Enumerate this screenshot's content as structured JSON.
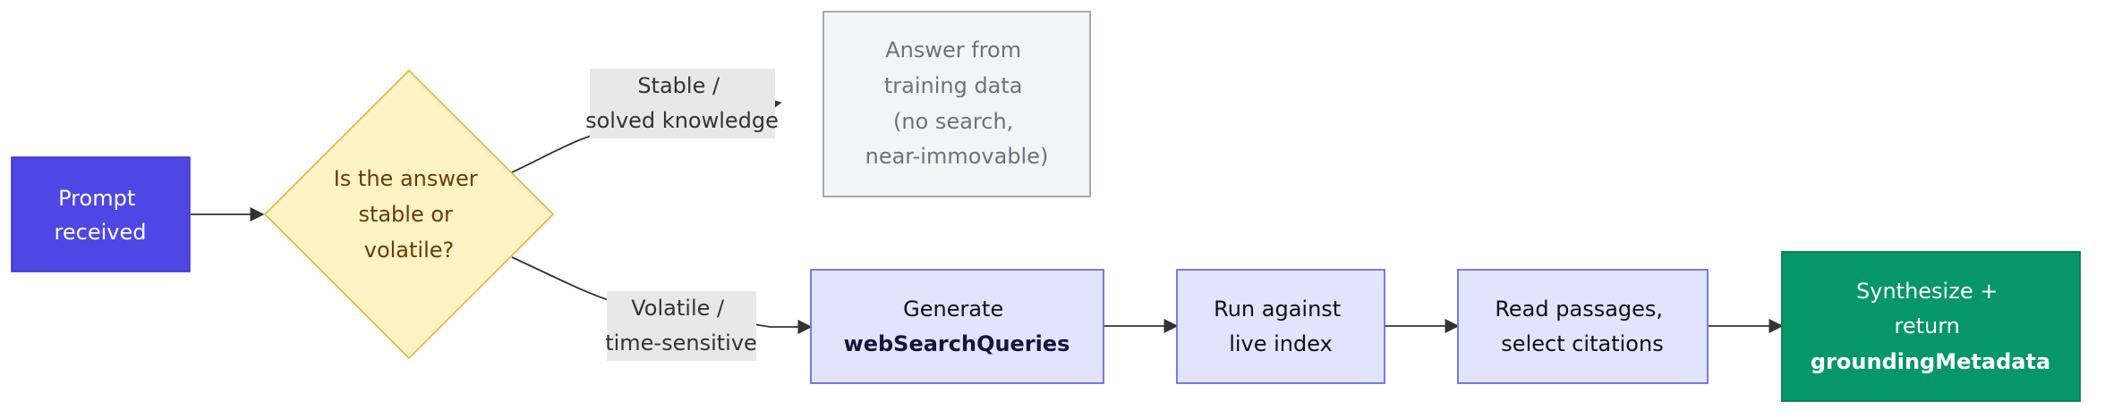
{
  "diagram": {
    "nodes": {
      "prompt": {
        "lines": [
          "Prompt",
          "received"
        ]
      },
      "decision": {
        "lines": [
          "Is the answer",
          "stable or",
          "volatile?"
        ]
      },
      "training": {
        "lines": [
          "Answer from",
          "training data",
          "(no search,",
          "near-immovable)"
        ]
      },
      "generate": {
        "lines": [
          "Generate",
          "webSearchQueries"
        ]
      },
      "run": {
        "lines": [
          "Run against",
          "live index"
        ]
      },
      "read": {
        "lines": [
          "Read passages,",
          "select citations"
        ]
      },
      "synth": {
        "lines": [
          "Synthesize +",
          "return",
          "groundingMetadata"
        ]
      }
    },
    "edge_labels": {
      "stable": {
        "lines": [
          "Stable /",
          "solved knowledge"
        ]
      },
      "volatile": {
        "lines": [
          "Volatile /",
          "time-sensitive"
        ]
      }
    },
    "colors": {
      "prompt_fill": "#4f46e5",
      "decision_fill": "#fdf3c4",
      "decision_stroke": "#e8b84a",
      "decision_text": "#6b3a06",
      "training_fill": "#f3f4f6",
      "training_stroke": "#9ca3af",
      "training_text": "#6b7280",
      "process_fill": "#e0e4fc",
      "process_stroke": "#6b6fe0",
      "final_fill": "#059669",
      "edge_label_bg": "#e8e8e8",
      "edge_stroke": "#333333"
    }
  }
}
